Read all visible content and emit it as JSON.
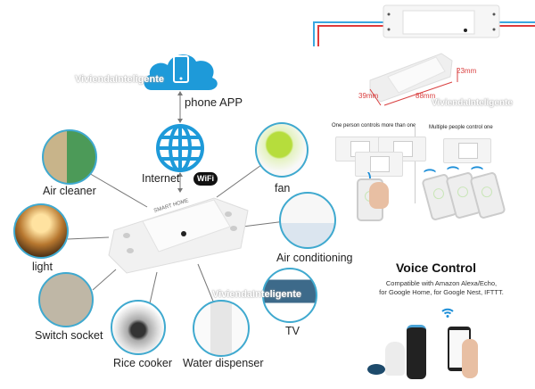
{
  "left_diagram": {
    "cloud_label": "phone APP",
    "internet_label": "Internet",
    "wifi_badge": "WiFi",
    "device_brand": "SMART HOME",
    "devices": [
      {
        "label": "Air cleaner",
        "icon": "air-cleaner-icon"
      },
      {
        "label": "fan",
        "icon": "fan-icon"
      },
      {
        "label": "light",
        "icon": "lamp-icon"
      },
      {
        "label": "Air conditioning",
        "icon": "air-conditioner-icon"
      },
      {
        "label": "Switch socket",
        "icon": "socket-icon"
      },
      {
        "label": "Rice cooker",
        "icon": "rice-cooker-icon"
      },
      {
        "label": "Water dispenser",
        "icon": "water-dispenser-icon"
      },
      {
        "label": "TV",
        "icon": "tv-icon"
      }
    ]
  },
  "dimensions": {
    "height": "23mm",
    "width": "39mm",
    "length": "88mm"
  },
  "control_modes": {
    "left_title": "One person controls more than one",
    "right_title": "Multiple people control one"
  },
  "voice": {
    "title": "Voice Control",
    "line1": "Compatible with Amazon Alexa/Echo,",
    "line2": "for Google Home, for Google Nest, IFTTT."
  },
  "watermark": "ViviendaInteligente",
  "colors": {
    "accent_blue": "#1e9ad9",
    "circle_border": "#3fa9cf",
    "wire_red": "#e03a3a",
    "wire_blue": "#3aa7e0",
    "dim_red": "#d94040"
  }
}
